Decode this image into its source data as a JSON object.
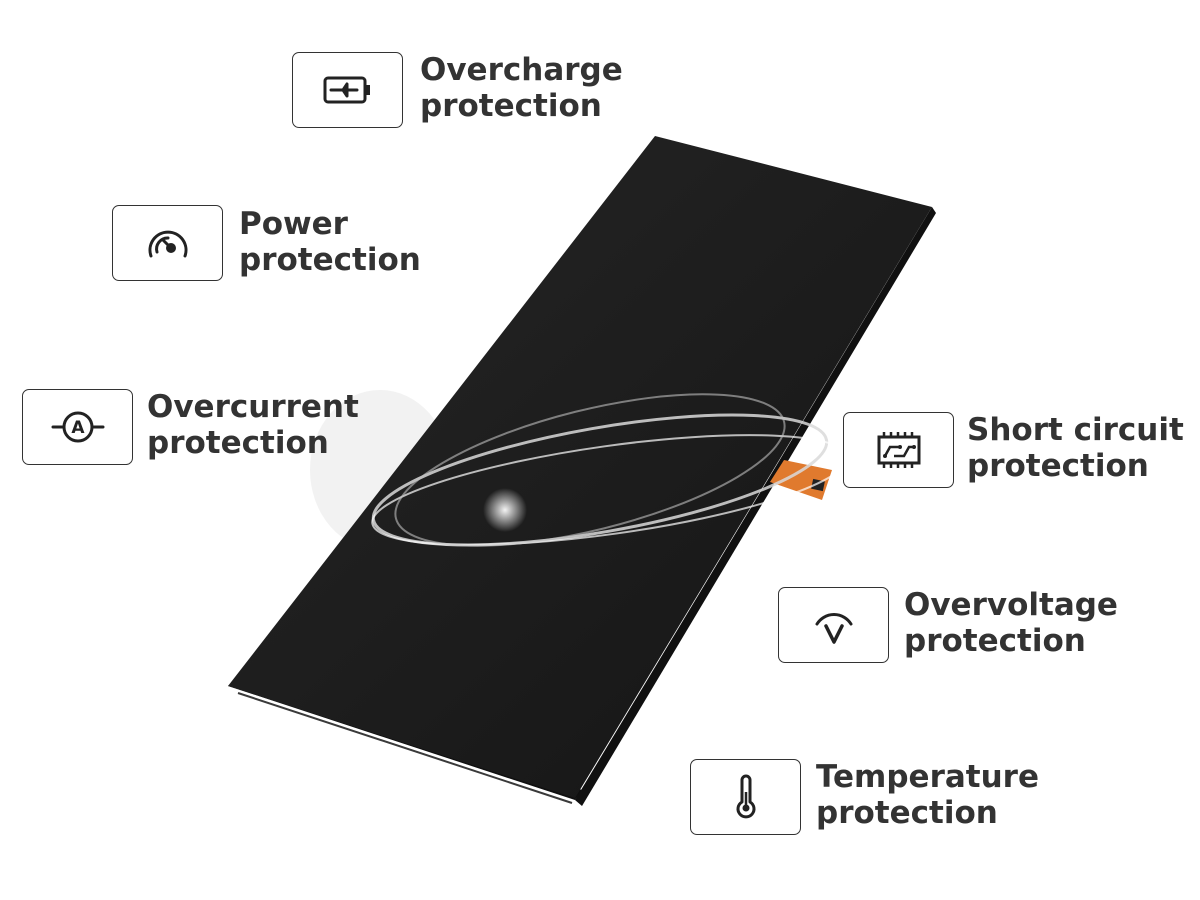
{
  "colors": {
    "text": "#333333",
    "border": "#333333",
    "battery_body": "#1b1b1b",
    "flex_cable": "#e07a2e",
    "background": "#ffffff"
  },
  "product": {
    "image": "battery-pack"
  },
  "features": [
    {
      "icon": "battery-charge-icon",
      "line1": "Overcharge",
      "line2": "protection"
    },
    {
      "icon": "gauge-icon",
      "line1": "Power",
      "line2": "protection"
    },
    {
      "icon": "ammeter-icon",
      "line1": "Overcurrent",
      "line2": "protection"
    },
    {
      "icon": "circuit-board-icon",
      "line1": "Short circuit",
      "line2": "protection"
    },
    {
      "icon": "voltmeter-icon",
      "line1": "Overvoltage",
      "line2": "protection"
    },
    {
      "icon": "thermometer-icon",
      "line1": "Temperature",
      "line2": "protection"
    }
  ]
}
